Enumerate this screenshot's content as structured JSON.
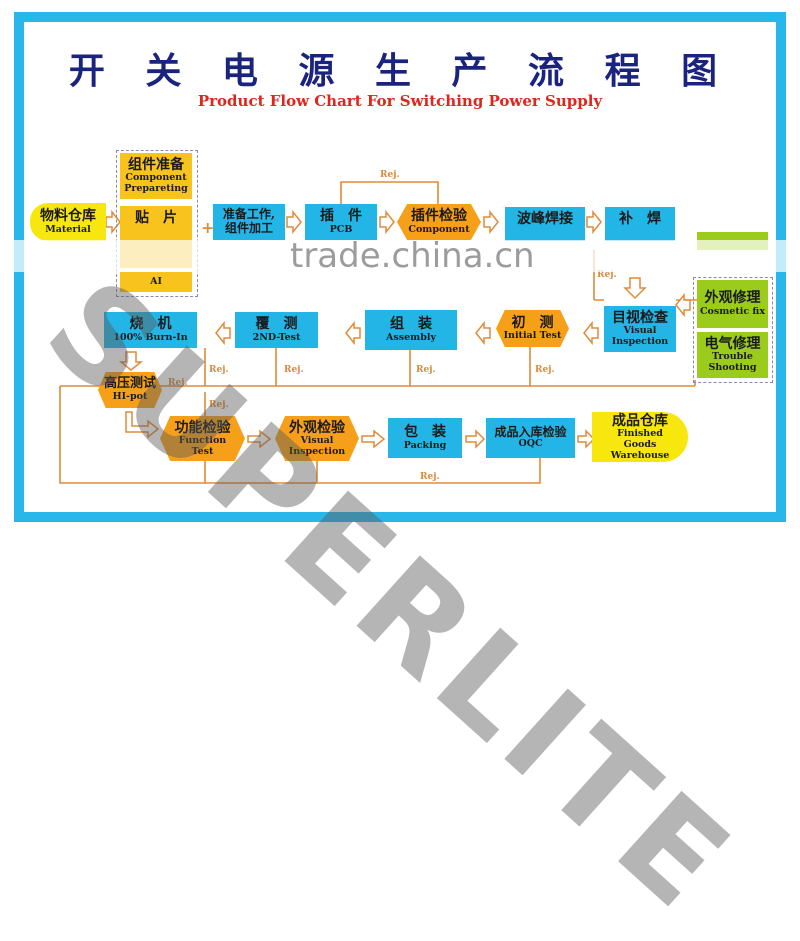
{
  "title": "开 关 电 源 生 产 流 程 图",
  "subtitle": "Product Flow Chart For Switching Power Supply",
  "watermark": {
    "brand": "SUPERLITE",
    "site": "trade.china.cn"
  },
  "colors": {
    "frame": "#29b6e8",
    "process": "#22b5e6",
    "inspection": "#f6a01a",
    "material": "#f7e70e",
    "prep": "#f7c31c",
    "repair": "#9bcc1c",
    "flow_line": "#e08a3a"
  },
  "rej": "Rej.",
  "plus": "+",
  "nodes": {
    "material": {
      "cn": "物料仓库",
      "en": "Material"
    },
    "component_prep": {
      "cn": "组件准备",
      "en": "Component Preparеting"
    },
    "smt": {
      "cn": "贴　片",
      "en": ""
    },
    "ai": {
      "cn": "",
      "en": "AI"
    },
    "prep_work": {
      "cn": "准备工作,",
      "cn2": "组件加工"
    },
    "pcb": {
      "cn": "插　件",
      "en": "PCB"
    },
    "comp_inspect": {
      "cn": "插件检验",
      "en": "Component"
    },
    "wave": {
      "cn": "波峰焊接",
      "en": ""
    },
    "touchup": {
      "cn": "补　焊",
      "en": ""
    },
    "cosmetic": {
      "cn": "外观修理",
      "en": "Cosmetic fix"
    },
    "trouble": {
      "cn": "电气修理",
      "en": "Trouble Shooting"
    },
    "visual1": {
      "cn": "目视检查",
      "en": "Visual Inspection"
    },
    "initial": {
      "cn": "初　测",
      "en": "Initial Test"
    },
    "assembly": {
      "cn": "组　装",
      "en": "Assembly"
    },
    "retest": {
      "cn": "覆　测",
      "en": "2ND-Test"
    },
    "burnin": {
      "cn": "烧　机",
      "en": "100% Burn-In"
    },
    "hipot": {
      "cn": "高压测试",
      "en": "HI-pot"
    },
    "function": {
      "cn": "功能检验",
      "en": "Function Test"
    },
    "visual2": {
      "cn": "外观检验",
      "en": "Visual Inspection"
    },
    "packing": {
      "cn": "包　装",
      "en": "Packing"
    },
    "oqc": {
      "cn": "成品入库检验",
      "en": "OQC"
    },
    "warehouse": {
      "cn": "成品仓库",
      "en": "Finished Goods Warehouse"
    }
  }
}
